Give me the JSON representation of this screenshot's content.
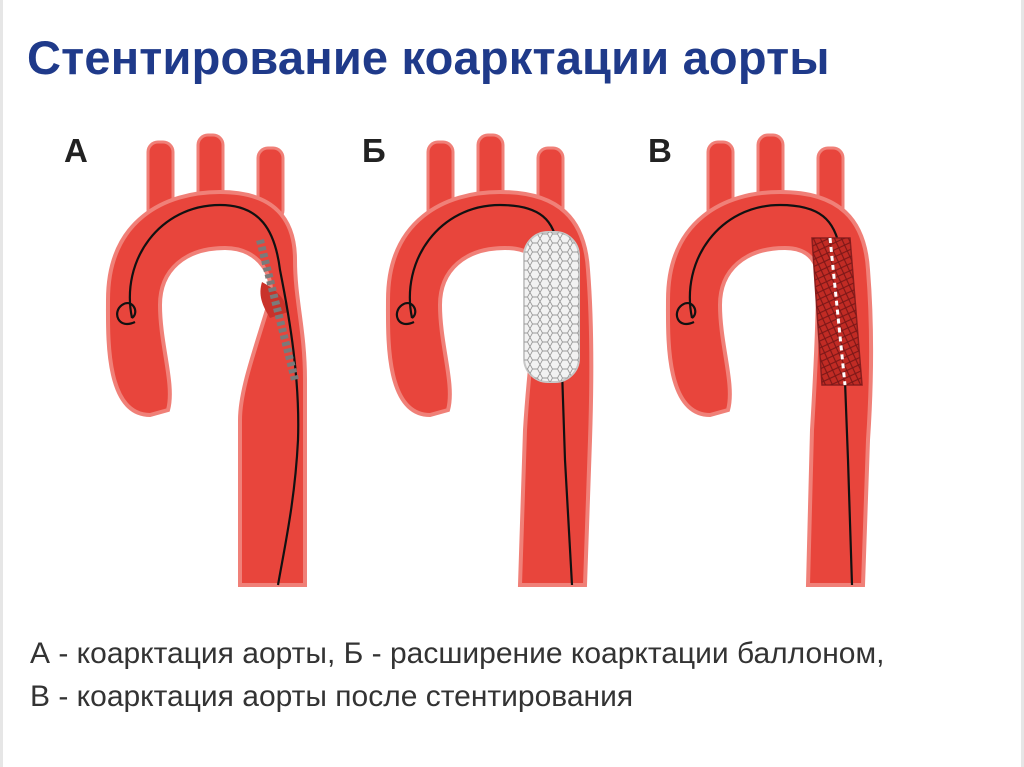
{
  "title": "Стентирование коарктации аорты",
  "panels": [
    {
      "letter": "А"
    },
    {
      "letter": "Б"
    },
    {
      "letter": "В"
    }
  ],
  "caption": {
    "line1": "А - коарктация аорты, Б - расширение коарктации баллоном,",
    "line2": "В - коарктация аорты после стентирования"
  },
  "colors": {
    "title": "#1f3a8a",
    "vessel": "#e8453c",
    "vessel_edge": "#f08078",
    "vessel_inner": "#d93a31",
    "wire": "#111111",
    "balloon": "#f2f2f2",
    "stent": "#8a1e1e"
  }
}
